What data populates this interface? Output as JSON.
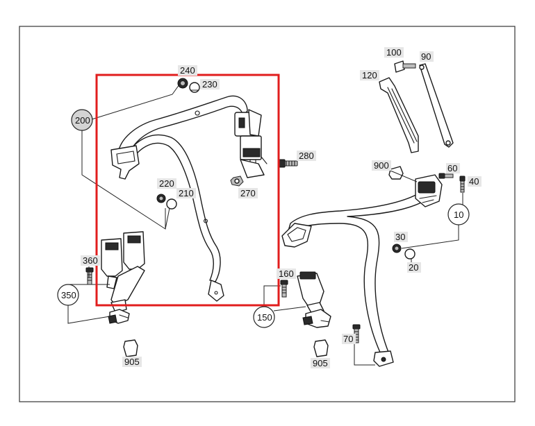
{
  "colors": {
    "highlight": "#e11d1d",
    "line": "#1a1a1a",
    "label_background": "#e6e6e6",
    "circle_grey": "#d4d4d4"
  },
  "callouts": {
    "c240": "240",
    "c230": "230",
    "c200": "200",
    "c220": "220",
    "c210": "210",
    "c270": "270",
    "c280": "280",
    "c360": "360",
    "c350": "350",
    "c905a": "905",
    "c160": "160",
    "c150": "150",
    "c905b": "905",
    "c70": "70",
    "c100": "100",
    "c90": "90",
    "c120": "120",
    "c900": "900",
    "c60": "60",
    "c40": "40",
    "c10": "10",
    "c30": "30",
    "c20": "20"
  }
}
